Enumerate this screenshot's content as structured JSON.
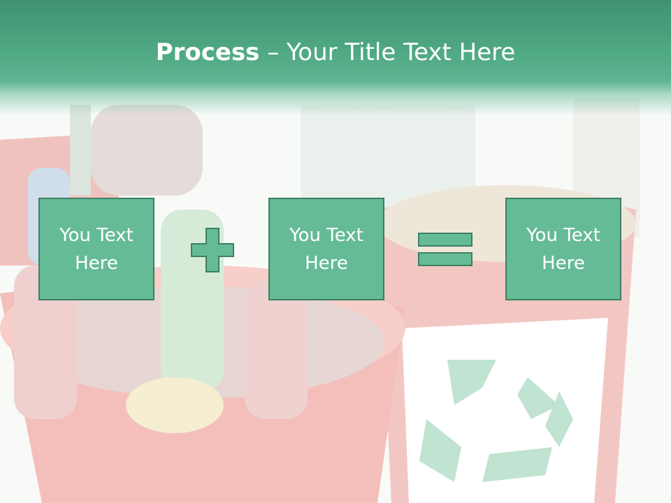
{
  "slide": {
    "title_strong": "Process",
    "title_rest": " – Your Title Text Here",
    "boxes": [
      {
        "label": "You Text Here"
      },
      {
        "label": "You Text Here"
      },
      {
        "label": "You Text Here"
      }
    ],
    "operators": [
      "plus-icon",
      "equals-icon"
    ]
  },
  "colors": {
    "header": "#4fa983",
    "box_fill": "#66bb97",
    "box_border": "#3d8060",
    "bin_red": "#e58a84",
    "recycle_green": "#8fcfb0"
  }
}
